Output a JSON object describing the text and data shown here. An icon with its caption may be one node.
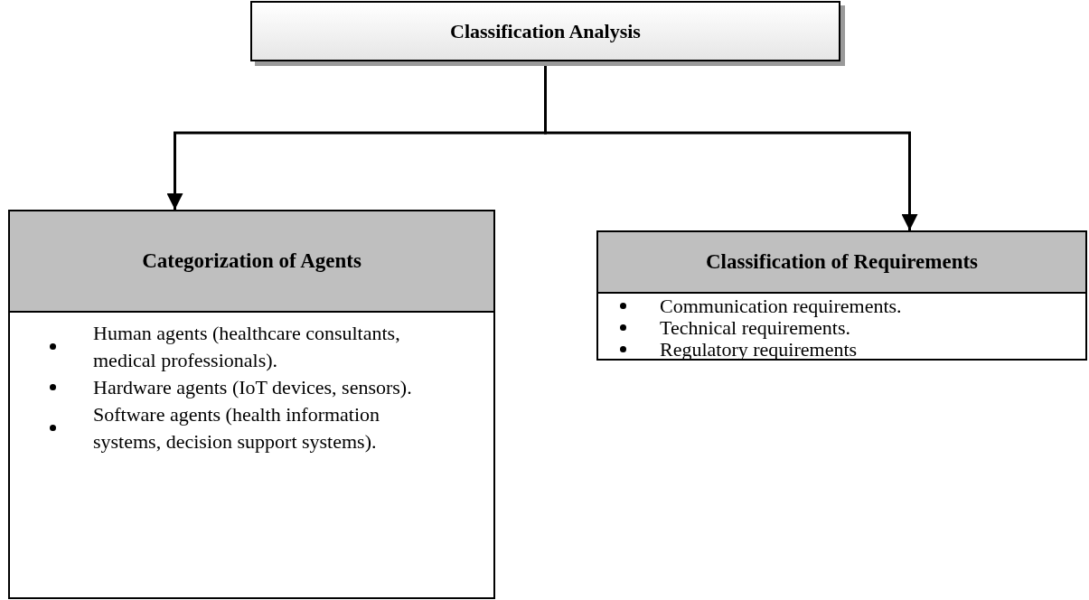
{
  "diagram": {
    "nodes": [
      {
        "text": [
          "Classification Analysis"
        ]
      },
      {
        "text": [
          "Categorization of Agents",
          "Human agents (healthcare consultants, medical professionals).",
          "Hardware agents (IoT devices, sensors).",
          "Software agents (health information systems, decision support systems)."
        ]
      },
      {
        "text": [
          "Classification of Requirements",
          "Communication requirements.",
          "Technical requirements.",
          "Regulatory requirements"
        ]
      }
    ],
    "edges": [
      {
        "from": 0,
        "to": 1,
        "arrow": "to"
      },
      {
        "from": 0,
        "to": 2,
        "arrow": "to"
      }
    ]
  }
}
